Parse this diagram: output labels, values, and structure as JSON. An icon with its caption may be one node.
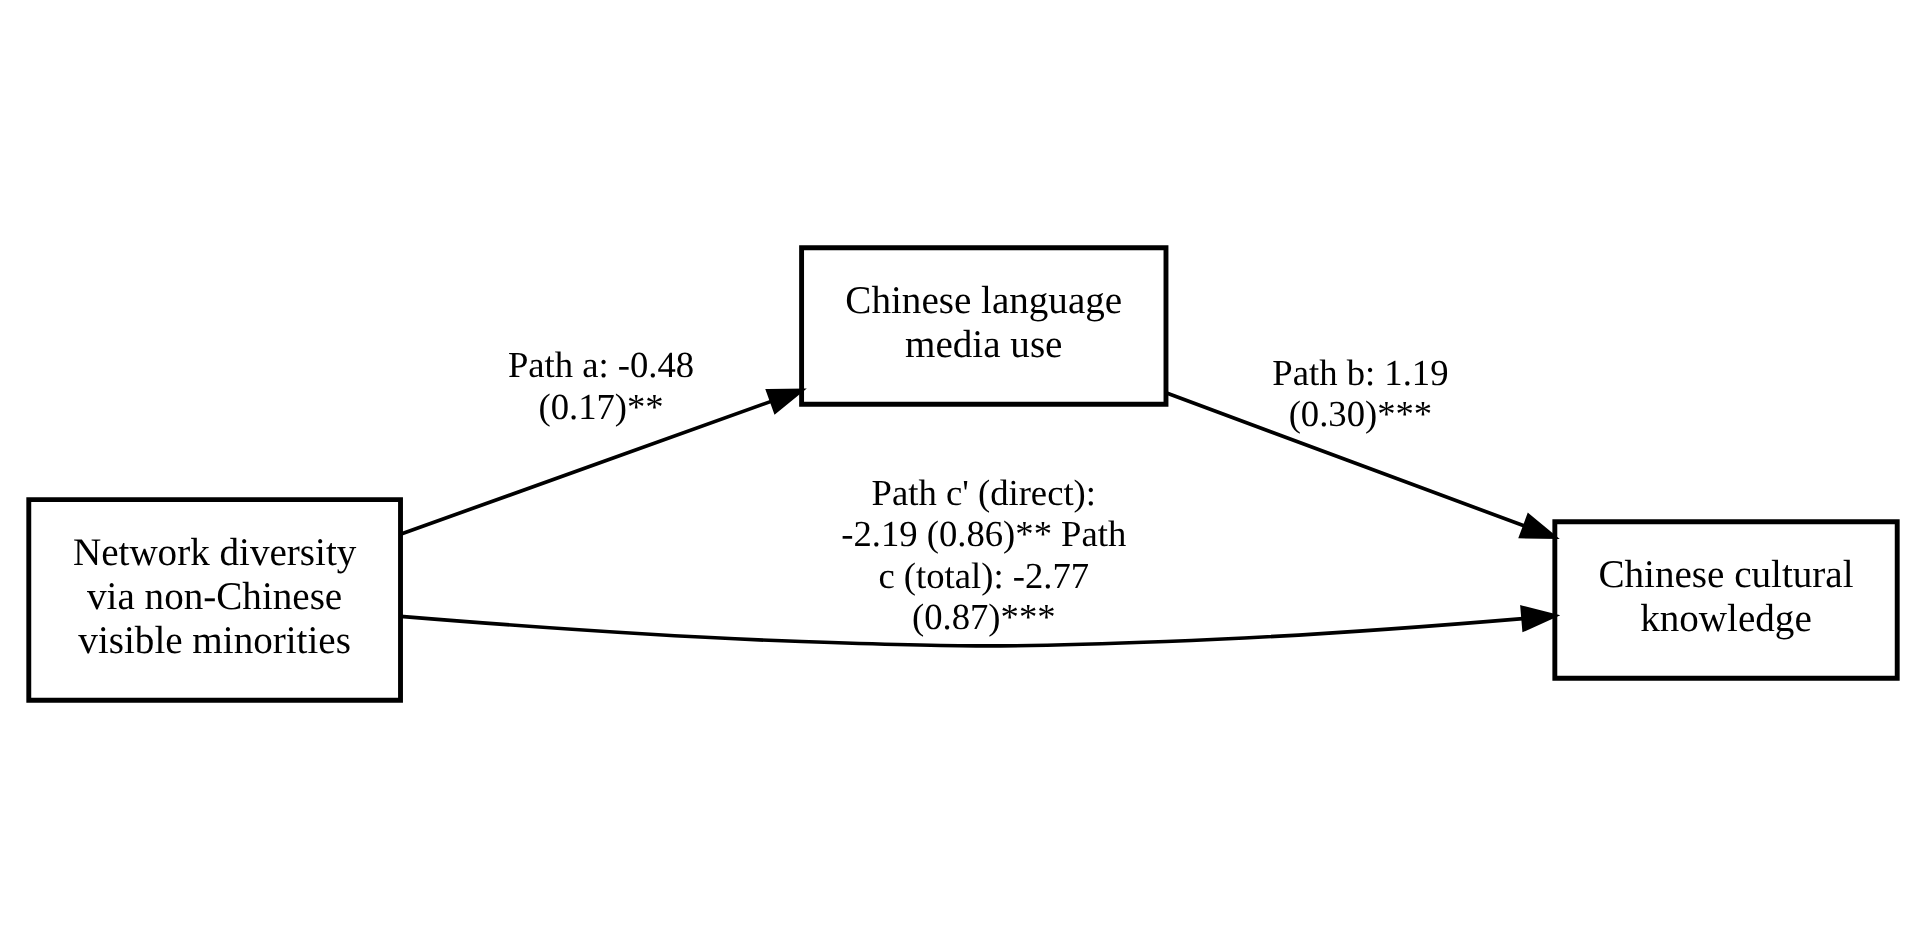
{
  "diagram": {
    "nodes": [
      {
        "text": [
          "Network diversity via non-Chinese visible minorities"
        ]
      },
      {
        "text": [
          "Chinese language media use"
        ]
      },
      {
        "text": [
          "Chinese cultural knowledge"
        ]
      }
    ],
    "edges": [
      {
        "from": 0,
        "to": 1,
        "arrow": "to",
        "label": "Path a: -0.48 (0.17)**"
      },
      {
        "from": 1,
        "to": 2,
        "arrow": "to",
        "label": "Path b: 1.19 (0.30)***"
      },
      {
        "from": 0,
        "to": 2,
        "arrow": "to",
        "label": "Path c' (direct): -2.19 (0.86)** Path c (total): -2.77 (0.87)***"
      }
    ]
  }
}
